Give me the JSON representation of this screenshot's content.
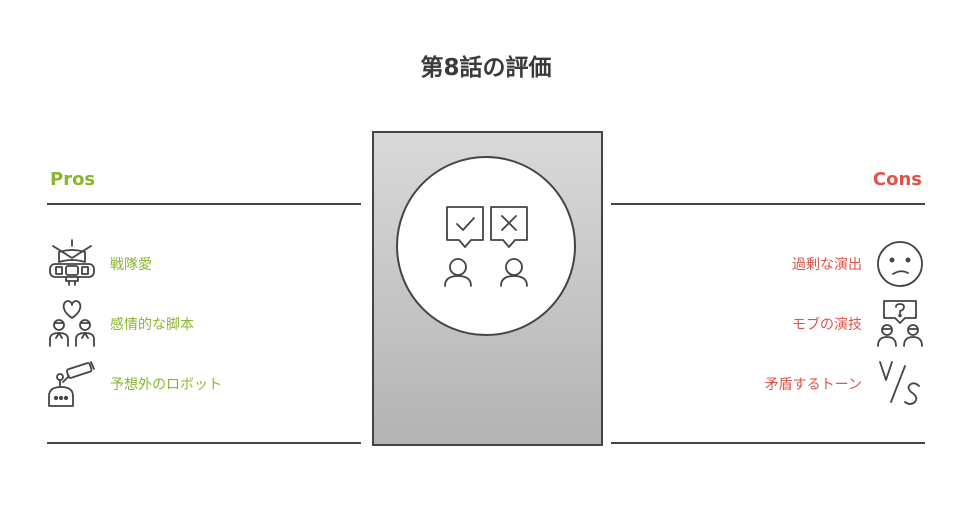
{
  "title": "第8話の評価",
  "colors": {
    "pros": "#8ab52e",
    "cons": "#e0534b",
    "line": "#444444",
    "title": "#3a3a3a"
  },
  "pros": {
    "heading": "Pros",
    "items": [
      {
        "label": "戦隊愛",
        "icon": "mecha-robot-icon"
      },
      {
        "label": "感情的な脚本",
        "icon": "heart-couple-icon"
      },
      {
        "label": "予想外のロボット",
        "icon": "robot-cannon-icon"
      }
    ]
  },
  "cons": {
    "heading": "Cons",
    "items": [
      {
        "label": "過剰な演出",
        "icon": "confused-face-icon"
      },
      {
        "label": "モブの演技",
        "icon": "question-people-icon"
      },
      {
        "label": "矛盾するトーン",
        "icon": "versus-icon"
      }
    ]
  },
  "center": {
    "icon": "evaluation-people-icon"
  }
}
